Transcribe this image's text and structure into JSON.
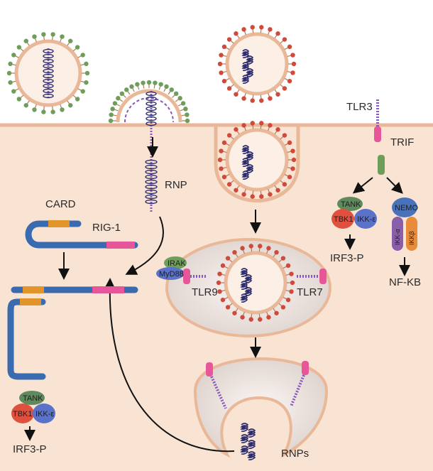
{
  "labels": {
    "rnp": "RNP",
    "card": "CARD",
    "rig1": "RIG-1",
    "tlr3": "TLR3",
    "trif": "TRIF",
    "tank_right": "TANK",
    "tbk1_right": "TBK1",
    "ikke_right": "IKK-ε",
    "irf3p_right": "IRF3-P",
    "nemo": "NEMO",
    "ikka": "IKK-α",
    "ikkb": "IKKβ",
    "nfkb": "NF-KB",
    "irak": "IRAK",
    "myd88": "MyD88",
    "tlr9": "TLR9",
    "tlr7": "TLR7",
    "tank_left": "TANK",
    "tbk1_left": "TBK1",
    "ikke_left": "IKK-ε",
    "irf3p_left": "IRF3-P",
    "rnps": "RNPs"
  },
  "colors": {
    "cytoplasm": "#f9e4d4",
    "membrane": "#e9b898",
    "virion_green": "#6e9e5a",
    "virion_red": "#d04a3c",
    "helix": "#2e2e6e",
    "tail": "#8a58b8",
    "rig_blue": "#3a6ab0",
    "rig_orange": "#e0942a",
    "rig_pink": "#e8569a",
    "tbk1_red": "#e0503e",
    "ikke_blue": "#5a72c8",
    "tank_green": "#5e8a5c",
    "nemo_blue": "#4a72b8",
    "ikka_purple": "#8a5ea8",
    "ikkb_orange": "#e88c3a"
  }
}
